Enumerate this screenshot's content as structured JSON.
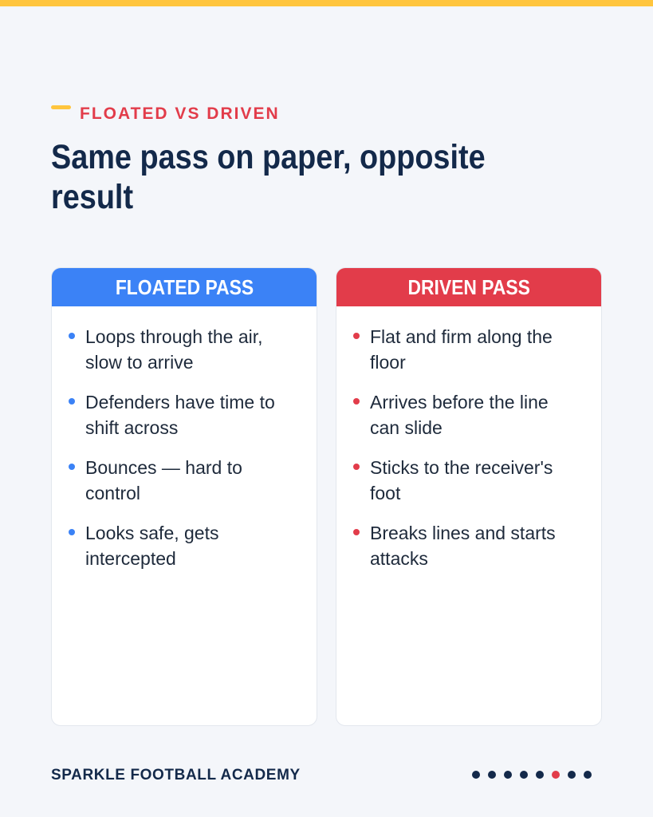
{
  "eyebrow": "FLOATED VS DRIVEN",
  "title": "Same pass on paper, opposite result",
  "cards": {
    "floated": {
      "heading": "FLOATED PASS",
      "items": [
        "Loops through the air, slow to arrive",
        "Defenders have time to shift across",
        "Bounces — hard to control",
        "Looks safe, gets intercepted"
      ]
    },
    "driven": {
      "heading": "DRIVEN PASS",
      "items": [
        "Flat and firm along the floor",
        "Arrives before the line can slide",
        "Sticks to the receiver's foot",
        "Breaks lines and starts attacks"
      ]
    }
  },
  "footer": {
    "brand": "SPARKLE FOOTBALL ACADEMY",
    "pager": {
      "total": 8,
      "current": 6
    }
  },
  "colors": {
    "accent_yellow": "#ffc53d",
    "floated_blue": "#3b82f6",
    "driven_red": "#e23c4a",
    "navy": "#13294a"
  }
}
